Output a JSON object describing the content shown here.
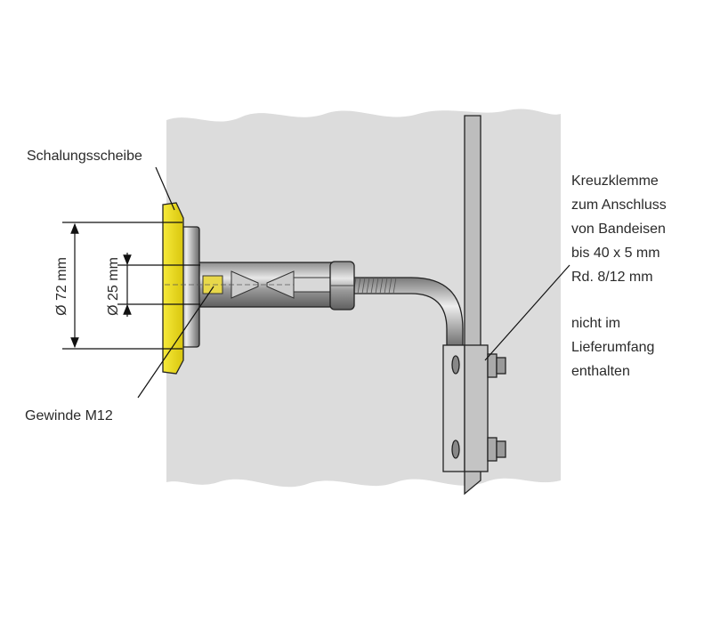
{
  "labels": {
    "formwork_disc": "Schalungsscheibe",
    "thread": "Gewinde M12",
    "diameter_outer": "Ø 72 mm",
    "diameter_inner": "Ø 25 mm",
    "clamp_lines": [
      "Kreuzklemme",
      "zum Anschluss",
      "von Bandeisen",
      "bis 40 x 5 mm",
      "Rd. 8/12 mm"
    ],
    "scope_lines": [
      "nicht im",
      "Lieferumfang",
      "enthalten"
    ]
  },
  "colors": {
    "wall": "#dcdcdc",
    "disc": "#f2e21c",
    "metal": "#b8b8b8",
    "line": "#1a1a1a"
  }
}
